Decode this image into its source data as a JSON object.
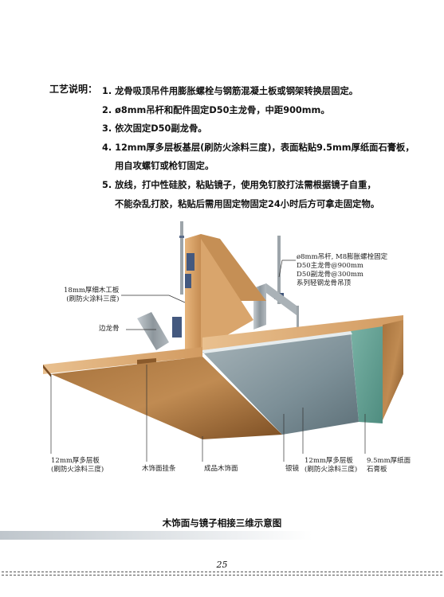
{
  "process": {
    "heading": "工艺说明：",
    "steps": [
      "1. 龙骨吸顶吊件用膨胀螺栓与钢筋混凝土板或钢架转换层固定。",
      "2. ø8mm吊杆和配件固定D50主龙骨，中距900mm。",
      "3. 依次固定D50副龙骨。",
      "4. 12mm厚多层板基层(刷防火涂料三度)，表面粘贴9.5mm厚纸面石膏板，",
      "用自攻螺钉或枪钉固定。",
      "5. 放线，打中性硅胶，粘贴镜子，使用免钉胶打法需根据镜子自重，",
      "不能杂乱打胶，粘贴后需用固定物固定24小时后方可拿走固定物。"
    ]
  },
  "labels": {
    "hanger_1": "ø8mm吊杆, M8膨胀螺栓固定",
    "hanger_2": "D50主龙骨@900mm",
    "hanger_3": "D50副龙骨@300mm",
    "hanger_4": "系列轻钢龙骨吊顶",
    "blockboard_1": "18mm厚细木工板",
    "blockboard_2": "(刷防火涂料三度)",
    "edge_keel": "边龙骨",
    "plywood_left_1": "12mm厚多层板",
    "plywood_left_2": "(刷防火涂料三度)",
    "wood_strip": "木饰面挂条",
    "wood_finish": "成品木饰面",
    "mirror": "银镜",
    "plywood_right_1": "12mm厚多层板",
    "plywood_right_2": "(刷防火涂料三度)",
    "gypsum_1": "9.5mm厚纸面",
    "gypsum_2": "石膏板"
  },
  "caption": "木饰面与镜子相接三维示意图",
  "page_number": "25",
  "colors": {
    "wood_light": "#d9a772",
    "wood_mid": "#b7834c",
    "wood_dark": "#8a5a2b",
    "mirror": "#7f939c",
    "gypsum": "#5c9a8e",
    "steel": "#9aa2a8"
  }
}
